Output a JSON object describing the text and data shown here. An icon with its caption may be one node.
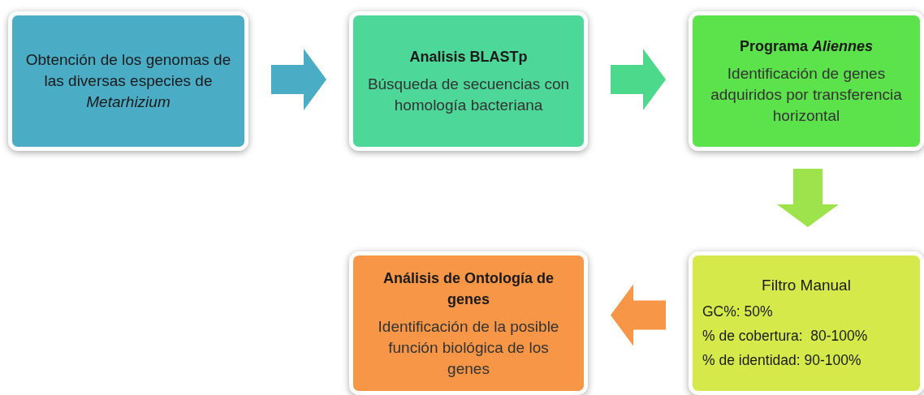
{
  "diagram": {
    "nodes": [
      {
        "text": [
          "Obtención de los genomas de las diversas especies de *Metarhizium*"
        ]
      },
      {
        "text": [
          "Analisis BLASTp",
          "Búsqueda de secuencias con homología bacteriana"
        ]
      },
      {
        "text": [
          "Programa *Aliennes*",
          "Identificación de genes adquiridos por transferencia horizontal"
        ]
      },
      {
        "text": [
          "Filtro Manual",
          "GC%: 50%",
          "% de cobertura:  80-100%",
          "% de identidad: 90-100%"
        ]
      },
      {
        "text": [
          "Análisis de Ontología de genes",
          "Identificación de la posible función biológica de los genes"
        ]
      }
    ],
    "edges": [
      {
        "from": 0,
        "to": 1,
        "arrow": "to",
        "color": "#4bacc6"
      },
      {
        "from": 1,
        "to": 2,
        "arrow": "to",
        "color": "#4cd98c"
      },
      {
        "from": 2,
        "to": 3,
        "arrow": "to",
        "color": "#9ee24c"
      },
      {
        "from": 3,
        "to": 4,
        "arrow": "to",
        "color": "#f79646"
      }
    ]
  }
}
